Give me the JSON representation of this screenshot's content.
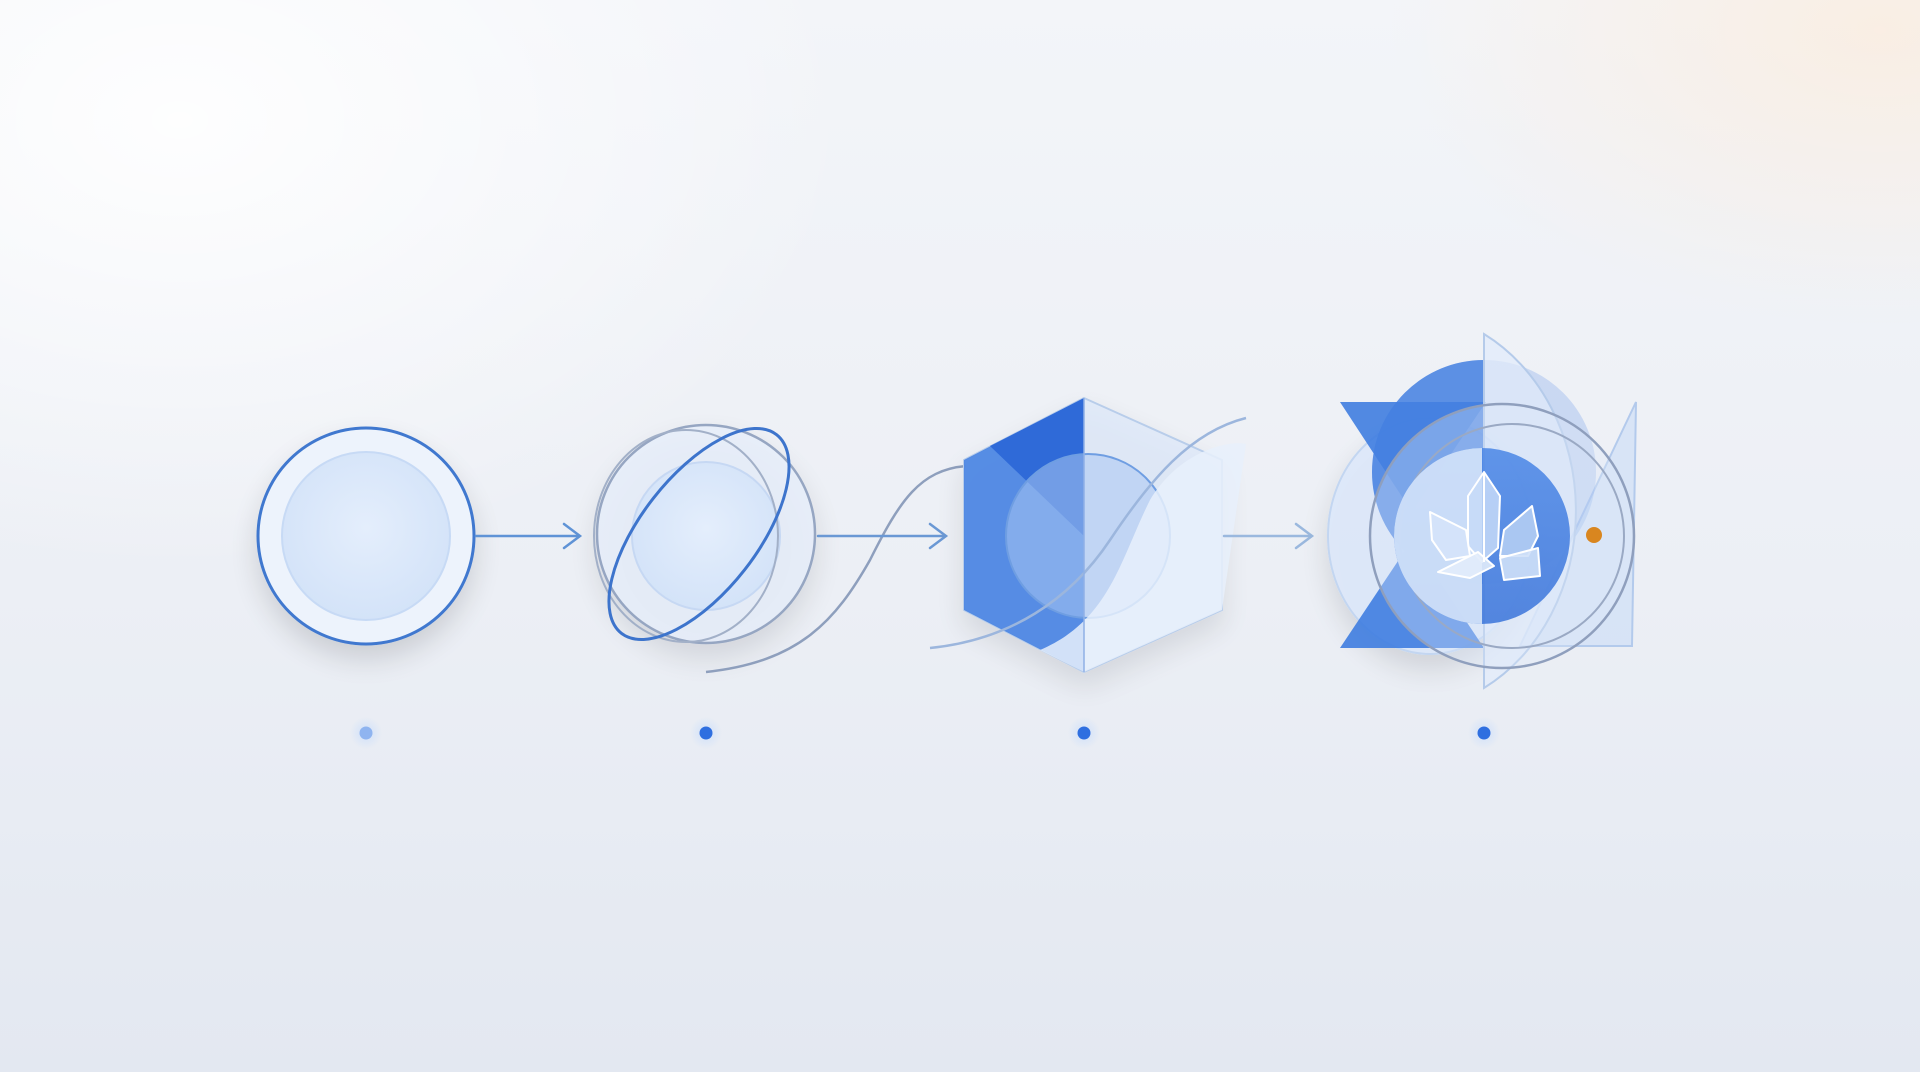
{
  "diagram": {
    "stages": [
      {
        "name": "stage-1-single-circle",
        "dot_color": "#8fb4f0"
      },
      {
        "name": "stage-2-orbit-circles",
        "dot_color": "#2f6fe0"
      },
      {
        "name": "stage-3-hexagon-composite",
        "dot_color": "#2f6fe0"
      },
      {
        "name": "stage-4-crystal-composite",
        "dot_color": "#2f6fe0"
      }
    ],
    "colors": {
      "accent_blue": "#3a78de",
      "light_blue_fill": "#d8e6fa",
      "outline_gray_blue": "#8e9fbd",
      "arrow": "#6f9ed9",
      "highlight_dot": "#d9861f"
    }
  }
}
